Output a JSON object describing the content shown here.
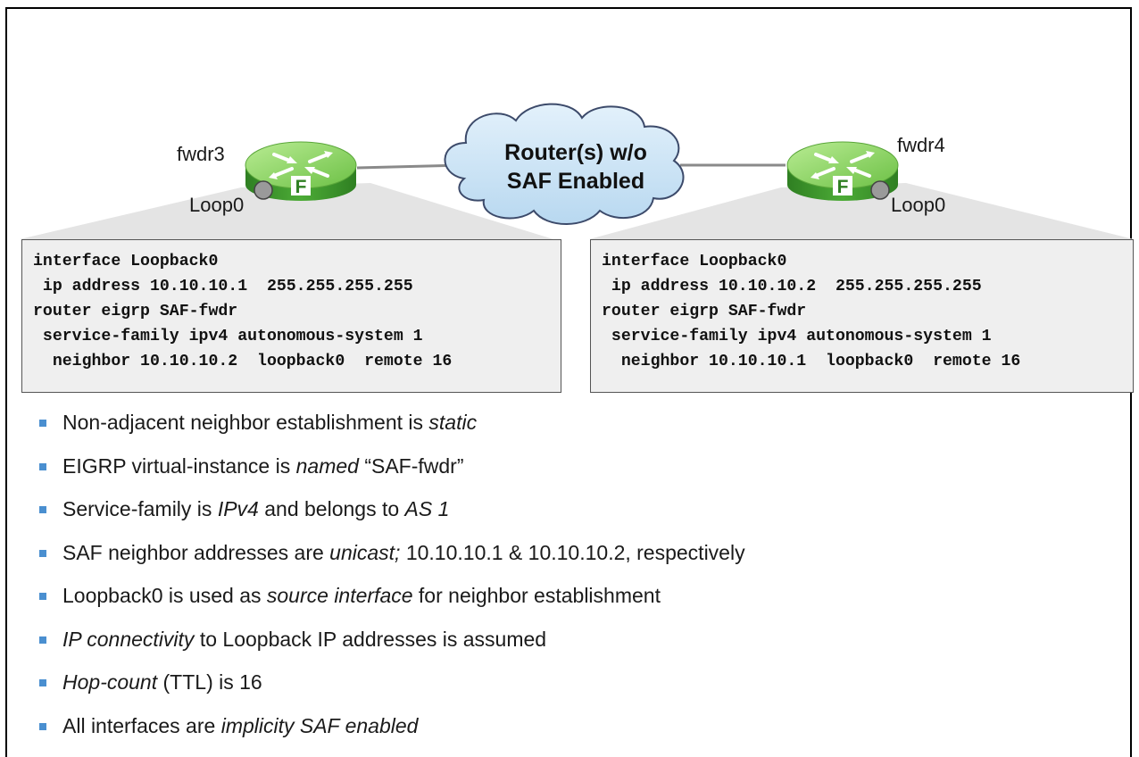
{
  "routers": {
    "left": {
      "name": "fwdr3",
      "loopback": "Loop0",
      "badge": "F"
    },
    "right": {
      "name": "fwdr4",
      "loopback": "Loop0",
      "badge": "F"
    }
  },
  "cloud": {
    "line1": "Router(s) w/o",
    "line2": "SAF Enabled"
  },
  "configs": {
    "left": [
      "interface Loopback0",
      " ip address 10.10.10.1  255.255.255.255",
      "router eigrp SAF-fwdr",
      " service-family ipv4 autonomous-system 1",
      "  neighbor 10.10.10.2  loopback0  remote 16"
    ],
    "right": [
      "interface Loopback0",
      " ip address 10.10.10.2  255.255.255.255",
      "router eigrp SAF-fwdr",
      " service-family ipv4 autonomous-system 1",
      "  neighbor 10.10.10.1  loopback0  remote 16"
    ]
  },
  "bullets": [
    [
      {
        "t": "Non-adjacent neighbor establishment is "
      },
      {
        "t": "static",
        "i": true
      }
    ],
    [
      {
        "t": "EIGRP virtual-instance is "
      },
      {
        "t": "named",
        "i": true
      },
      {
        "t": " “SAF-fwdr”"
      }
    ],
    [
      {
        "t": "Service-family is "
      },
      {
        "t": "IPv4",
        "i": true
      },
      {
        "t": " and belongs to "
      },
      {
        "t": "AS 1",
        "i": true
      }
    ],
    [
      {
        "t": "SAF neighbor addresses are "
      },
      {
        "t": "unicast;",
        "i": true
      },
      {
        "t": " 10.10.10.1 & 10.10.10.2, respectively"
      }
    ],
    [
      {
        "t": "Loopback0 is used as "
      },
      {
        "t": "source interface",
        "i": true
      },
      {
        "t": " for neighbor establishment"
      }
    ],
    [
      {
        "t": "IP connectivity",
        "i": true
      },
      {
        "t": " to Loopback IP addresses is assumed"
      }
    ],
    [
      {
        "t": "Hop-count",
        "i": true
      },
      {
        "t": " (TTL) is 16"
      }
    ],
    [
      {
        "t": "All interfaces are "
      },
      {
        "t": "implicity SAF enabled",
        "i": true
      }
    ]
  ],
  "colors": {
    "router_top": "#8fd36a",
    "router_body": "#3f9a2e",
    "cloud_fill": "#c9e3f6",
    "bullet": "#4a8fd0",
    "config_bg": "#efefef"
  }
}
